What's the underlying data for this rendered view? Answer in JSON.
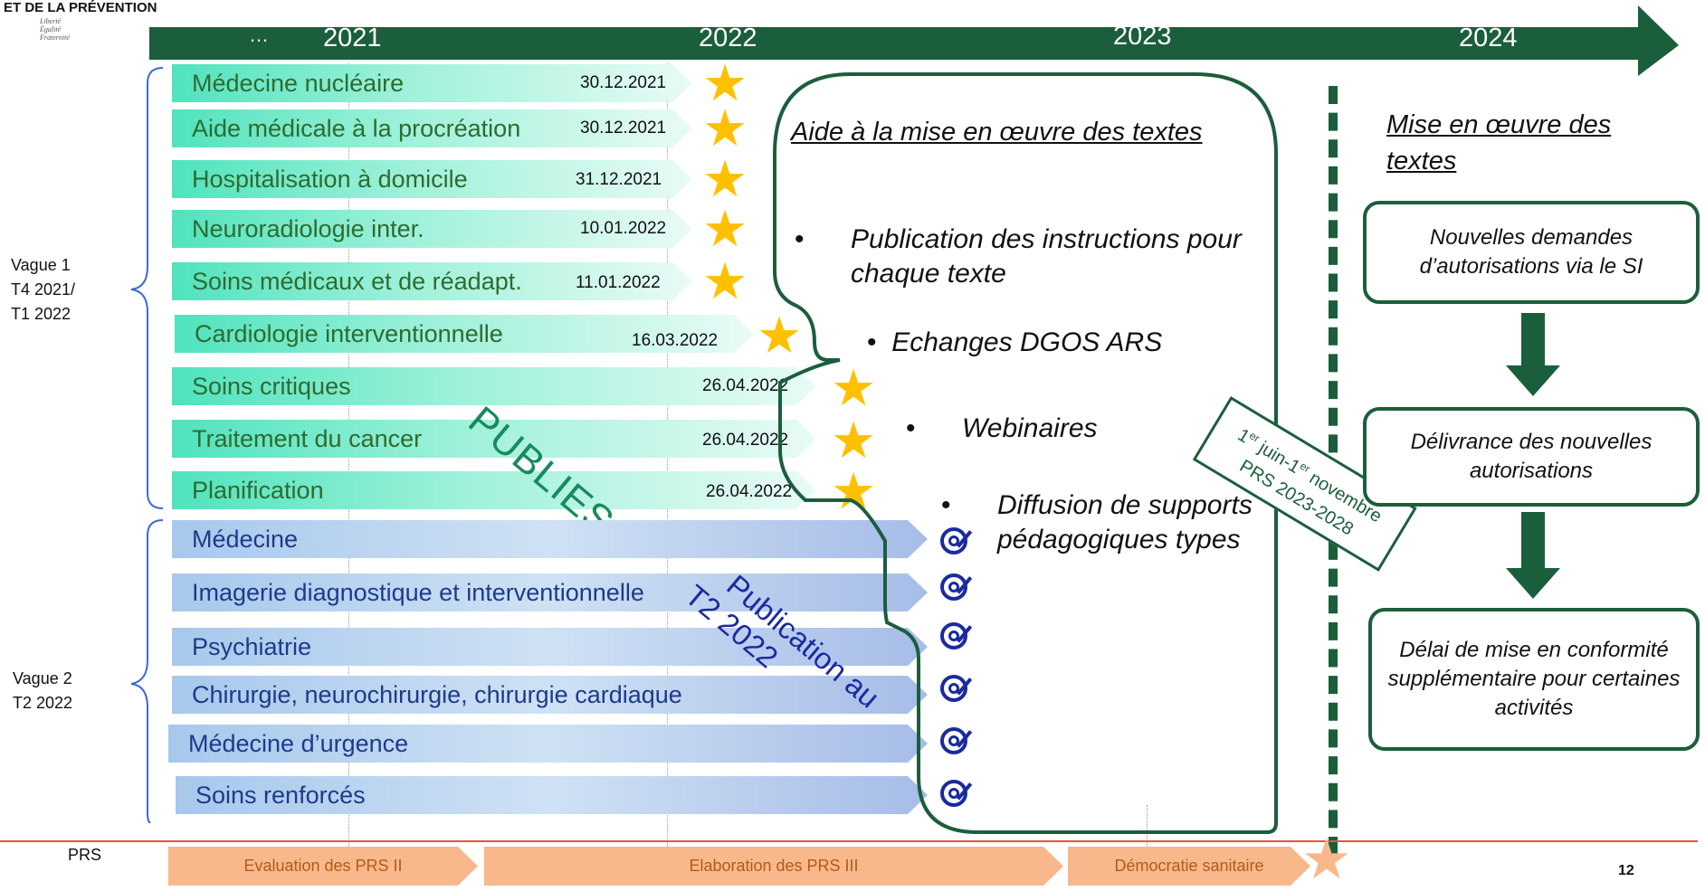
{
  "header": {
    "ministry_line": "ET DE LA PRÉVENTION",
    "motto": [
      "Liberté",
      "Égalité",
      "Fraternité"
    ]
  },
  "timeline": {
    "ellipsis": "…",
    "years": [
      "2021",
      "2022",
      "2023",
      "2024"
    ]
  },
  "wave1": {
    "label": [
      "Vague 1",
      "T4 2021/",
      "T1 2022"
    ],
    "items": [
      {
        "name": "Médecine nucléaire",
        "date": "30.12.2021"
      },
      {
        "name": "Aide médicale à la procréation",
        "date": "30.12.2021"
      },
      {
        "name": "Hospitalisation à domicile",
        "date": "31.12.2021"
      },
      {
        "name": "Neuroradiologie inter.",
        "date": "10.01.2022"
      },
      {
        "name": "Soins médicaux et de réadapt.",
        "date": "11.01.2022"
      },
      {
        "name": "Cardiologie interventionnelle",
        "date": "16.03.2022"
      },
      {
        "name": "Soins critiques",
        "date": "26.04.2022"
      },
      {
        "name": "Traitement du cancer",
        "date": "26.04.2022"
      },
      {
        "name": "Planification",
        "date": "26.04.2022"
      }
    ],
    "stamp": "PUBLIES"
  },
  "wave2": {
    "label": [
      "Vague 2",
      "T2 2022"
    ],
    "items": [
      {
        "name": "Médecine"
      },
      {
        "name": "Imagerie diagnostique et interventionnelle"
      },
      {
        "name": "Psychiatrie"
      },
      {
        "name": "Chirurgie, neurochirurgie, chirurgie cardiaque"
      },
      {
        "name": "Médecine d’urgence"
      },
      {
        "name": "Soins renforcés"
      }
    ],
    "stamp_line1": "Publication au",
    "stamp_line2": "T2 2022"
  },
  "aide": {
    "title": "Aide à la mise en œuvre des textes",
    "bullets": [
      "Publication des instructions pour chaque texte",
      "Echanges DGOS ARS",
      "Webinaires",
      "Diffusion de supports pédagogiques types"
    ]
  },
  "prs_tag": {
    "line1_sup1": "er",
    "line1a": "1",
    "line1b": " juin-1",
    "line1_sup2": "er",
    "line1c": " novembre",
    "line2": "PRS 2023-2028"
  },
  "mise": {
    "title": "Mise en œuvre des textes",
    "steps": [
      "Nouvelles demandes d’autorisations via le SI",
      "Délivrance des nouvelles autorisations",
      "Délai de mise en conformité supplémentaire pour certaines activités"
    ]
  },
  "prs": {
    "label": "PRS",
    "phases": [
      "Evaluation des PRS II",
      "Elaboration des PRS III",
      "Démocratie sanitaire"
    ]
  },
  "page_number": "12",
  "colors": {
    "timeline_green": "#1b5e3b",
    "wave1_green": "#4fe3bd",
    "wave2_blue": "#a7c8ec",
    "star_yellow": "#ffc000",
    "prs_orange": "#f8b88b",
    "prs_line": "#e05a3a"
  }
}
